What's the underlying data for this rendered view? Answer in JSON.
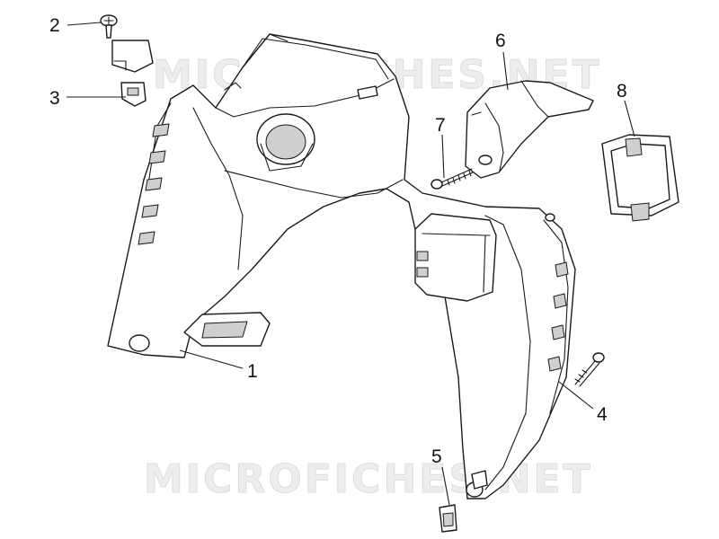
{
  "watermarks": [
    "MICROFICHES.NET",
    "MICROFICHES.NET"
  ],
  "callouts": [
    {
      "id": "1",
      "label": "1"
    },
    {
      "id": "2",
      "label": "2"
    },
    {
      "id": "3",
      "label": "3"
    },
    {
      "id": "4",
      "label": "4"
    },
    {
      "id": "5",
      "label": "5"
    },
    {
      "id": "6",
      "label": "6"
    },
    {
      "id": "7",
      "label": "7"
    },
    {
      "id": "8",
      "label": "8"
    }
  ]
}
